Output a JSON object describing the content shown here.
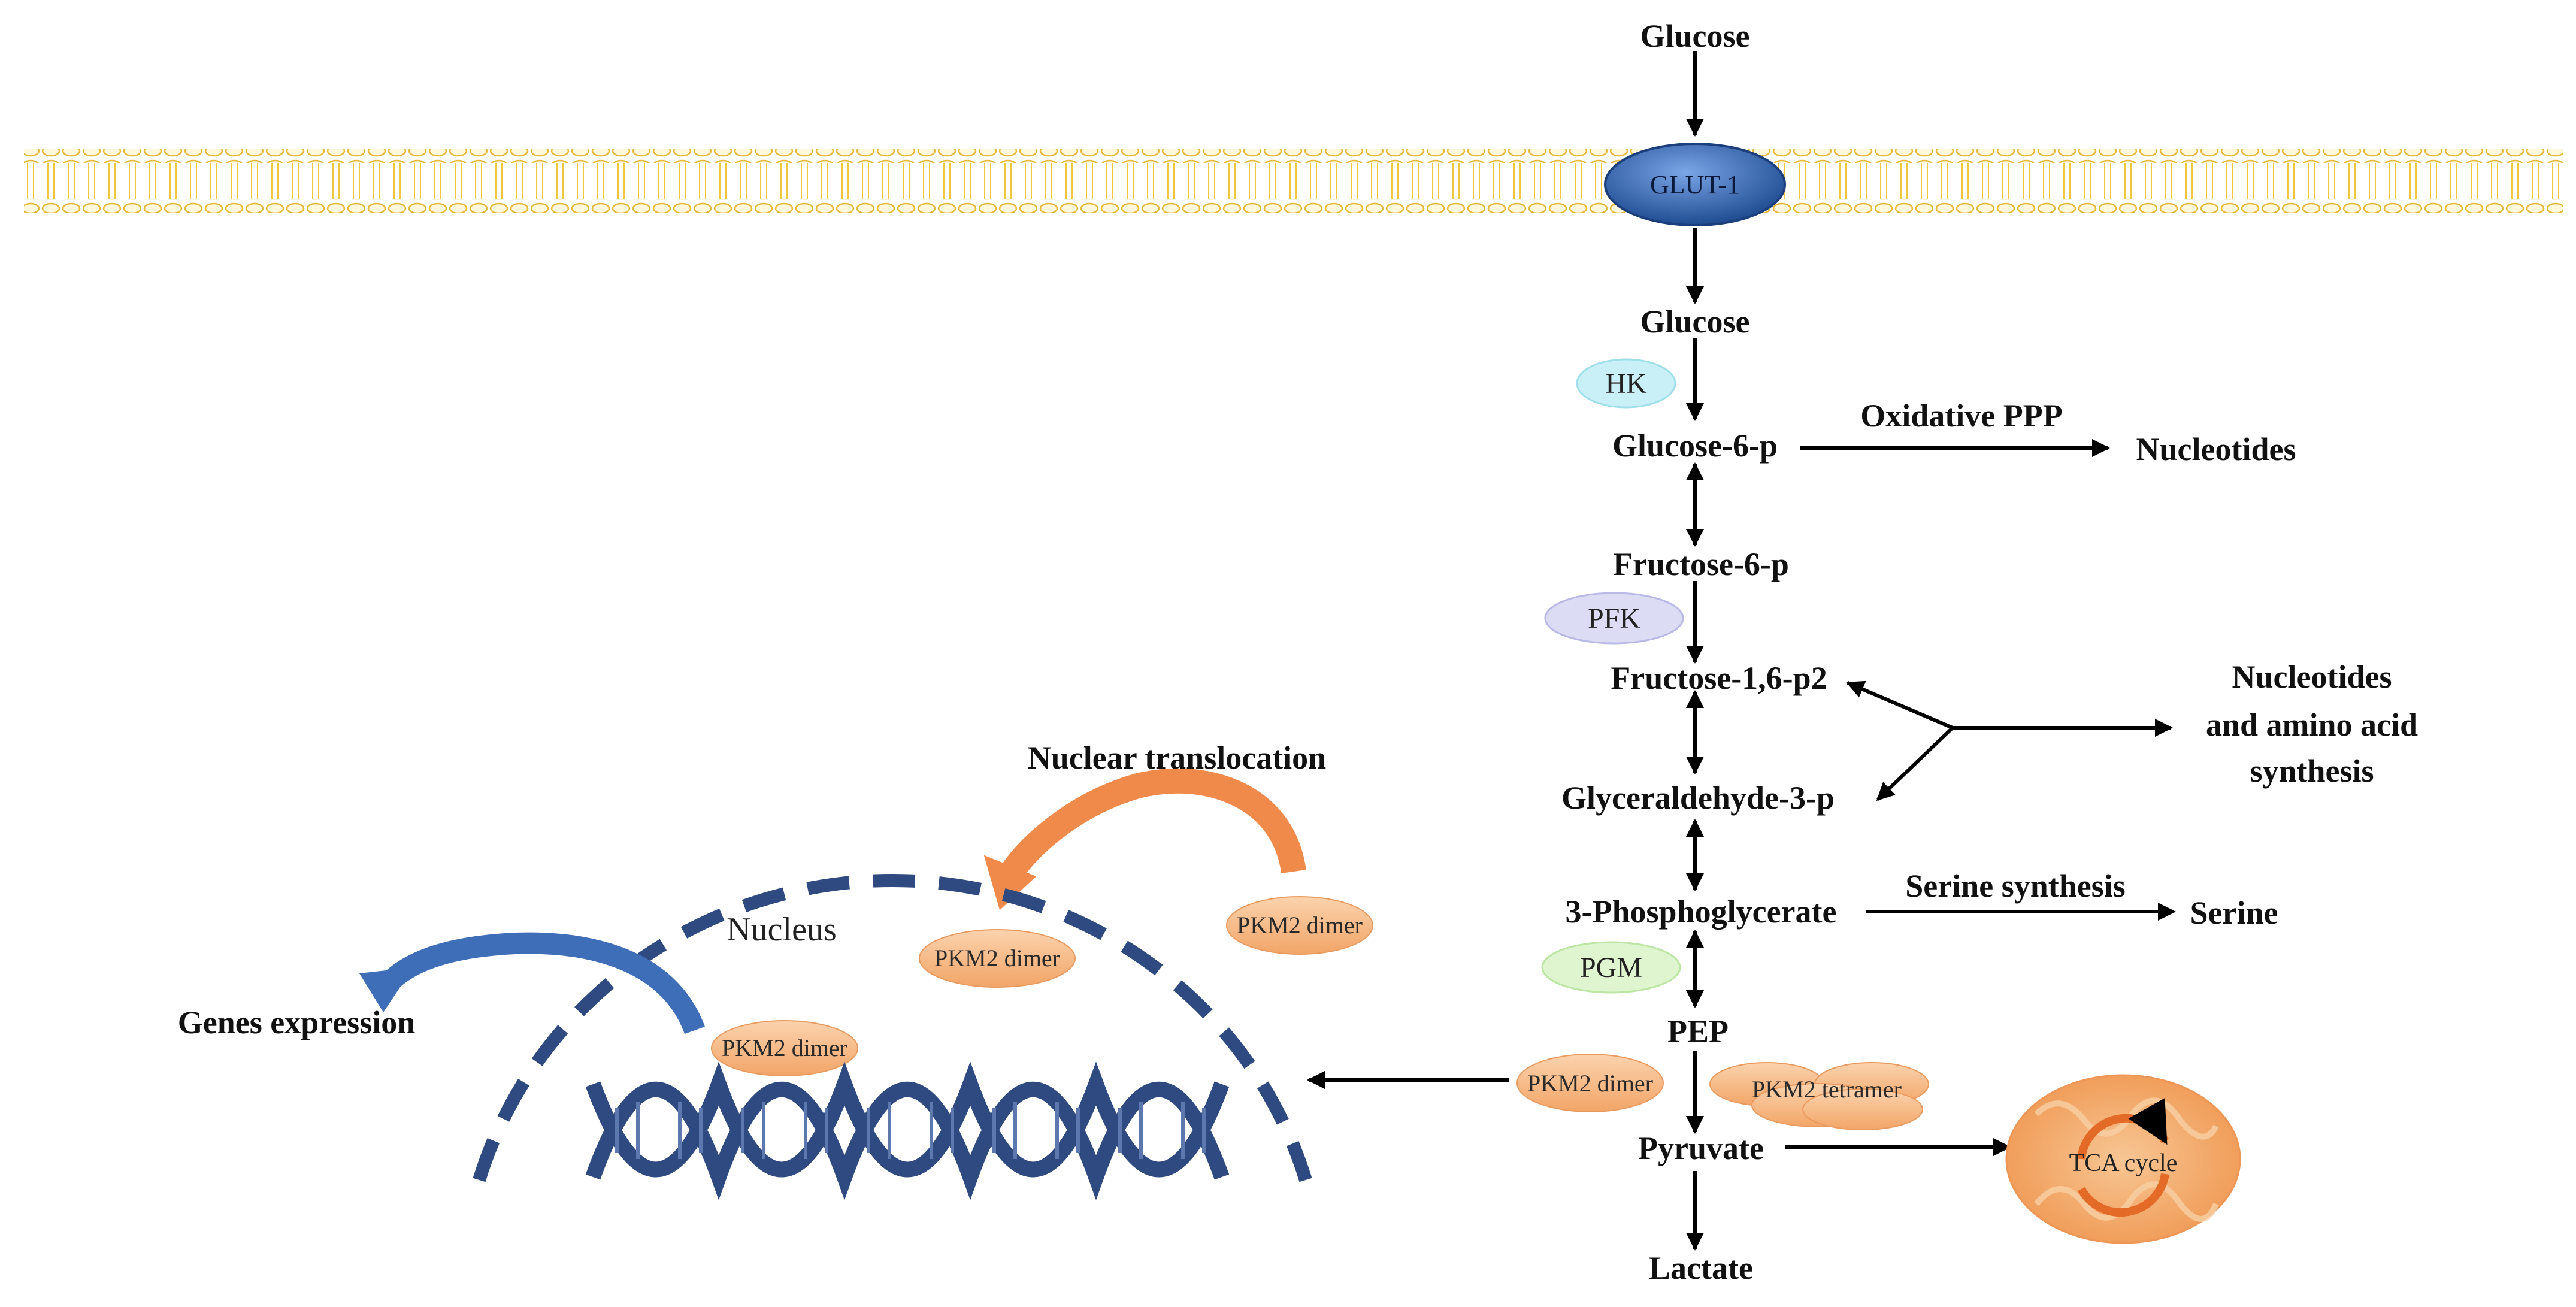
{
  "metabolites": {
    "glucose_out": "Glucose",
    "glucose_in": "Glucose",
    "g6p": "Glucose-6-p",
    "f6p": "Fructose-6-p",
    "f16p2": "Fructose-1,6-p2",
    "gap": "Glyceraldehyde-3-p",
    "pg3": "3-Phosphoglycerate",
    "pep": "PEP",
    "pyruvate": "Pyruvate",
    "lactate": "Lactate"
  },
  "transporter": "GLUT-1",
  "enzymes": {
    "hk": "HK",
    "pfk": "PFK",
    "pgm": "PGM"
  },
  "branches": {
    "oxidative_ppp": "Oxidative PPP",
    "nucleotides": "Nucleotides",
    "nucleotides_aa_line1": "Nucleotides",
    "nucleotides_aa_line2": "and amino acid",
    "nucleotides_aa_line3": "synthesis",
    "serine_synthesis": "Serine synthesis",
    "serine": "Serine",
    "tca_cycle": "TCA cycle"
  },
  "pkm2": {
    "dimer_cyto": "PKM2 dimer",
    "dimer_translocating": "PKM2 dimer",
    "dimer_nucleus": "PKM2 dimer",
    "dimer_dna": "PKM2 dimer",
    "tetramer": "PKM2 tetramer"
  },
  "labels": {
    "nuclear_translocation": "Nuclear translocation",
    "nucleus": "Nucleus",
    "genes_expression": "Genes expression"
  },
  "colors": {
    "membrane": "#f0c63c",
    "glut": "#2f5fae",
    "hk": "#c9f0f6",
    "pfk": "#dcdcf5",
    "pgm": "#dff5cf",
    "pkm2": "#f7c08f",
    "mito": "#f5b77c",
    "nucleus": "#2f4a80",
    "orange_arrow": "#f08a4b",
    "blue_arrow": "#3f6eb8"
  }
}
